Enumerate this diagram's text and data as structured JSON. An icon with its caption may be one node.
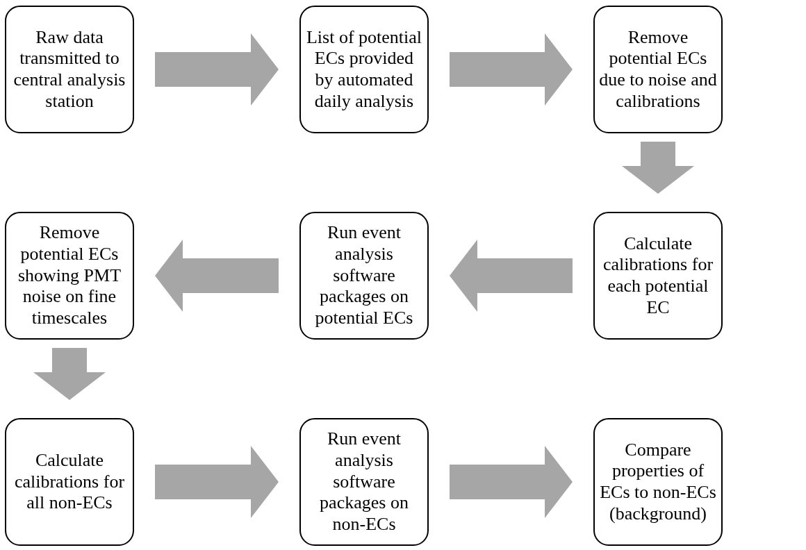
{
  "diagram": {
    "nodes": [
      {
        "text": [
          "Raw data transmitted to central analysis station"
        ]
      },
      {
        "text": [
          "List of potential ECs provided by automated daily analysis"
        ]
      },
      {
        "text": [
          "Remove potential ECs due to noise and calibrations"
        ]
      },
      {
        "text": [
          "Calculate calibrations for each potential EC"
        ]
      },
      {
        "text": [
          "Run event analysis software packages on potential ECs"
        ]
      },
      {
        "text": [
          "Remove potential ECs showing PMT noise on fine timescales"
        ]
      },
      {
        "text": [
          "Calculate calibrations for all non-ECs"
        ]
      },
      {
        "text": [
          "Run event analysis software packages on non-ECs"
        ]
      },
      {
        "text": [
          "Compare properties of ECs to non-ECs (background)"
        ]
      }
    ],
    "edges": [
      {
        "from": 0,
        "to": 1,
        "arrow": "to"
      },
      {
        "from": 1,
        "to": 2,
        "arrow": "to"
      },
      {
        "from": 2,
        "to": 3,
        "arrow": "to"
      },
      {
        "from": 3,
        "to": 4,
        "arrow": "to"
      },
      {
        "from": 4,
        "to": 5,
        "arrow": "to"
      },
      {
        "from": 5,
        "to": 6,
        "arrow": "to"
      },
      {
        "from": 6,
        "to": 7,
        "arrow": "to"
      },
      {
        "from": 7,
        "to": 8,
        "arrow": "to"
      }
    ]
  }
}
